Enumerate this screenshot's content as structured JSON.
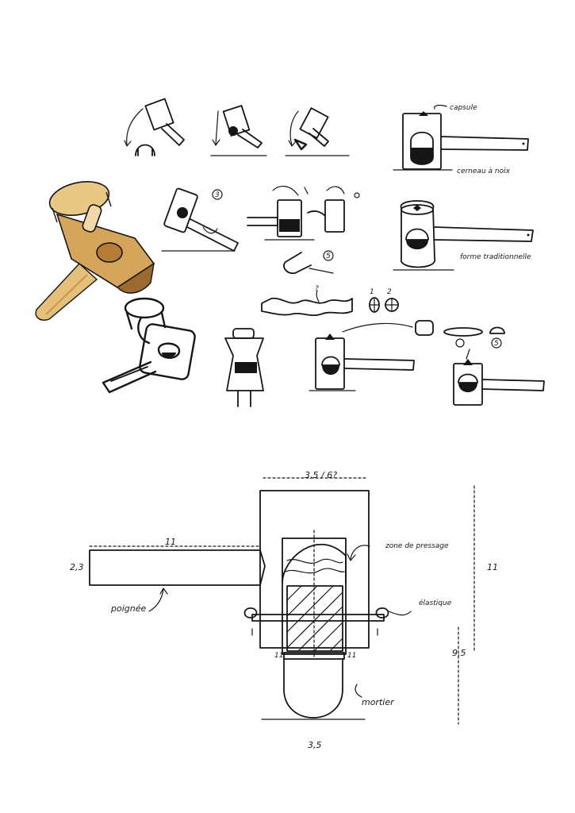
{
  "colors": {
    "ink": "#161616",
    "paper": "#ffffff",
    "wood_light": "#e5c07b",
    "wood_mid": "#c9964b",
    "wood_dark": "#9a6a2e"
  },
  "sketches": {
    "annotations": {
      "capsule_label": "capsule",
      "cerneau_label": "cerneau à noix",
      "traditional_form_label": "forme traditionnelle",
      "step_3": "3",
      "step_5": "5",
      "option_1": "1",
      "option_2": "2",
      "handle_question": "?"
    }
  },
  "technical_drawing": {
    "dimensions": {
      "top_width": "3,5 / 6?",
      "handle_length": "11",
      "handle_height": "2,3",
      "overall_height": "11",
      "lower_height": "9,5",
      "bottom_width": "3,5"
    },
    "labels": {
      "pressing_zone": "zone de pressage",
      "elastic": "élastique",
      "handle": "poignée",
      "mortar": "mortier"
    }
  }
}
